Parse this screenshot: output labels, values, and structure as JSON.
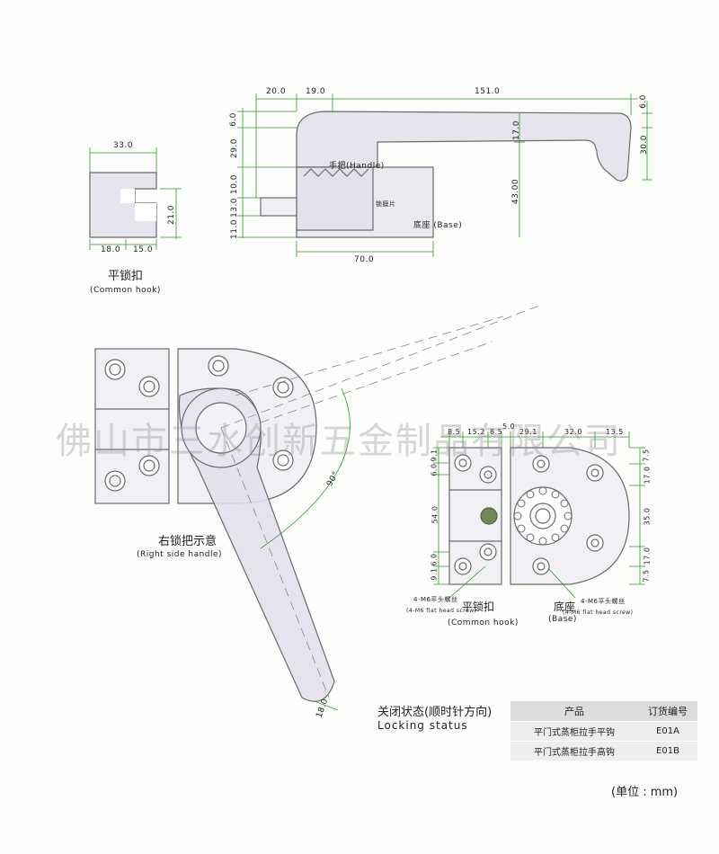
{
  "colors": {
    "dimension_line": "#2a9a2a",
    "outline": "#6a6a6a",
    "fill": "#e7e4ee",
    "watermark": "#9090a0"
  },
  "handle_elevation": {
    "dims_top": [
      "20.0",
      "19.0",
      "151.0"
    ],
    "dims_left": [
      "6.0",
      "29.0",
      "10.0",
      "13.0",
      "11.0"
    ],
    "dims_inner": [
      "17.0",
      "43.00"
    ],
    "dims_right": [
      "6.0",
      "30.0"
    ],
    "dim_bottom": "70.0",
    "label_handle": "手把(Handle)",
    "label_gasket": "锁膜片",
    "label_base": "底座 (Base)"
  },
  "common_hook_view": {
    "dim_top": "33.0",
    "dim_right": "21.0",
    "dims_bottom": [
      "18.0",
      "15.0"
    ],
    "title_zh": "平锁扣",
    "title_en": "(Common hook)"
  },
  "right_handle_view": {
    "angle": "90°",
    "dim_tip": "18.0",
    "title_zh": "右锁把示意",
    "title_en": "(Right side handle)"
  },
  "locking_view": {
    "dims_top": [
      "8.5",
      "15.2",
      "8.5",
      "5.0",
      "29.1",
      "32.0",
      "13.5"
    ],
    "dims_left": [
      "9.1",
      "6.0",
      "54.0",
      "6.0",
      "9.1"
    ],
    "dims_right": [
      "7.5",
      "17.0",
      "35.0",
      "17.0",
      "7.5"
    ],
    "screw_label_1": "4-M6平头螺丝",
    "screw_label_1_en": "(4-M6 flat head screw)",
    "screw_label_2": "4-M6平头螺丝",
    "screw_label_2_en": "(4-M6 flat head screw)",
    "hook_zh": "平锁扣",
    "hook_en": "(Common hook)",
    "base_zh": "底座",
    "base_en": "(Base)",
    "status_zh": "关闭状态(顺时针方向)",
    "status_en": "Locking status"
  },
  "watermark": "佛山市三水创新五金制品有限公司",
  "order_table": {
    "headers": [
      "产品",
      "订货编号"
    ],
    "rows": [
      [
        "平门式蒸柜拉手平钩",
        "E01A"
      ],
      [
        "平门式蒸柜拉手高钩",
        "E01B"
      ]
    ]
  },
  "unit": "(单位 : mm)"
}
